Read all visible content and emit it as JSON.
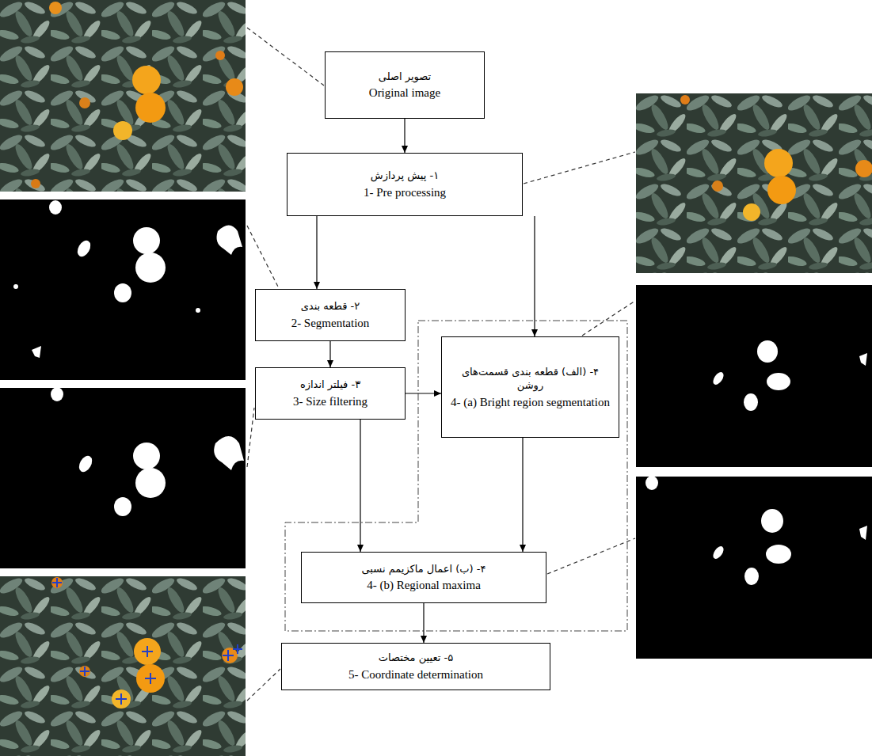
{
  "diagram": {
    "nodes": [
      {
        "text": [
          "تصویر اصلی",
          "Original image"
        ]
      },
      {
        "text": [
          "۱- پیش پردازش",
          "1- Pre processing"
        ]
      },
      {
        "text": [
          "۲- قطعه بندی",
          "2- Segmentation"
        ]
      },
      {
        "text": [
          "۳- فیلتر اندازه",
          "3- Size filtering"
        ]
      },
      {
        "text": [
          "۴- (الف) قطعه بندی قسمت‌های روشن",
          "4- (a) Bright region segmentation"
        ]
      },
      {
        "text": [
          "۴- (ب) اعمال ماکزیمم نسبی",
          "4- (b) Regional maxima"
        ]
      },
      {
        "text": [
          "۵- تعیین مختصات",
          "5- Coordinate determination"
        ]
      }
    ],
    "edges": [
      {
        "from": 0,
        "to": 1,
        "arrow": "to"
      },
      {
        "from": 1,
        "to": 2,
        "arrow": "to"
      },
      {
        "from": 1,
        "to": 4,
        "arrow": "to"
      },
      {
        "from": 2,
        "to": 3,
        "arrow": "to"
      },
      {
        "from": 3,
        "to": 4,
        "arrow": "to"
      },
      {
        "from": 3,
        "to": 5,
        "arrow": "to"
      },
      {
        "from": 4,
        "to": 5,
        "arrow": "to"
      },
      {
        "from": 5,
        "to": 6,
        "arrow": "to"
      }
    ]
  }
}
